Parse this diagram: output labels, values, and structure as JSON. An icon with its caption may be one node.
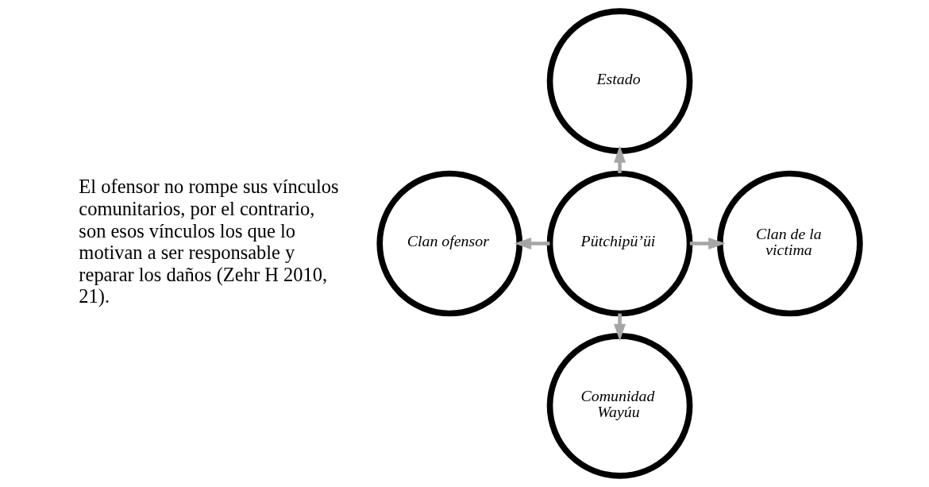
{
  "diagram": {
    "nodes": [
      {
        "text": [
          "Estado"
        ]
      },
      {
        "text": [
          "Clan ofensor"
        ]
      },
      {
        "text": [
          "Pütchipü’üi"
        ]
      },
      {
        "text": [
          "Clan de la victima"
        ]
      },
      {
        "text": [
          "Comunidad Wayúu"
        ]
      }
    ],
    "edges": [
      {
        "from": 2,
        "to": 0,
        "arrow": "to"
      },
      {
        "from": 2,
        "to": 1,
        "arrow": "to"
      },
      {
        "from": 2,
        "to": 3,
        "arrow": "to"
      },
      {
        "from": 2,
        "to": 4,
        "arrow": "to"
      }
    ],
    "labels": [
      "El ofensor no rompe sus vínculos comunitarios, por el contrario, son esos vínculos los que lo motivan a ser responsable y reparar los daños (Zehr H 2010, 21)."
    ]
  }
}
